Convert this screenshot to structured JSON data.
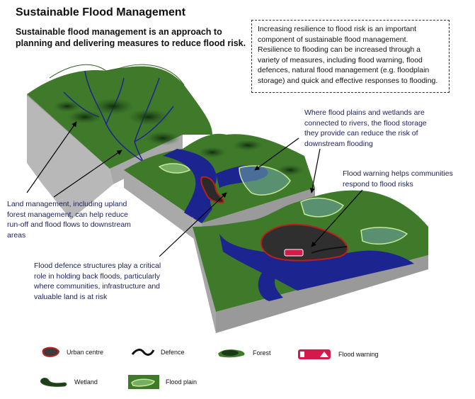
{
  "title": "Sustainable Flood Management",
  "subtitle": "Sustainable flood management is an approach to planning and delivering measures to reduce flood risk.",
  "info_box": "Increasing resilience to flood risk is an important component of sustainable flood management. Resilience to flooding can be increased through a variety of measures, including flood warning, flood defences, natural flood management (e.g. floodplain storage) and quick and effective responses to flooding.",
  "callouts": {
    "land_management": "Land management, including upland forest management, can help reduce run-off and flood flows to downstream areas",
    "flood_plains": "Where flood plains and wetlands are connected to rivers, the flood storage they provide can reduce the risk of downstream flooding",
    "flood_warning": "Flood warning helps communities respond to flood risks",
    "flood_defence": "Flood defence structures play a critical role in holding back floods, particularly where communities, infrastructure and valuable land is at risk"
  },
  "legend": {
    "urban_centre": "Urban centre",
    "defence": "Defence",
    "forest": "Forest",
    "flood_warning": "Flood warning",
    "wetland": "Wetland",
    "flood_plain": "Flood plain"
  },
  "colors": {
    "land": "#3f7a2a",
    "water": "#1c2490",
    "cliff": "#b5b5b5",
    "urban": "#3c3c3c",
    "defence_red": "#b8201a",
    "floodplain": "#9fd18a"
  }
}
